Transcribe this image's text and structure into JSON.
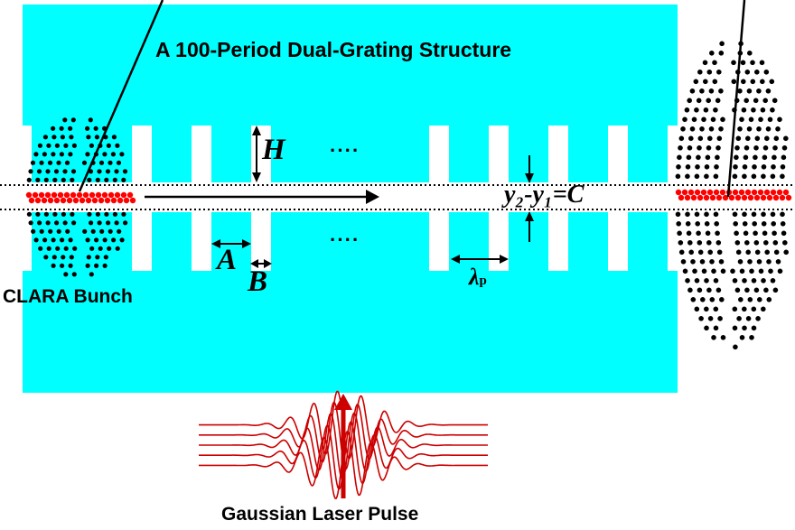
{
  "title": "A 100-Period Dual-Grating Structure",
  "labels": {
    "H": "H",
    "A": "A",
    "B": "B",
    "lambda_p": "λ",
    "lambda_sub": "p",
    "gap": "y₂-y₁=C",
    "ellipsis_top": "····",
    "ellipsis_bottom": "····",
    "bunch": "CLARA Bunch",
    "laser": "Gaussian Laser Pulse"
  },
  "colors": {
    "structure": "#00FFFF",
    "electron": "#000000",
    "axis_electron": "#FF0000",
    "laser": "#CC0000",
    "text": "#000000"
  }
}
